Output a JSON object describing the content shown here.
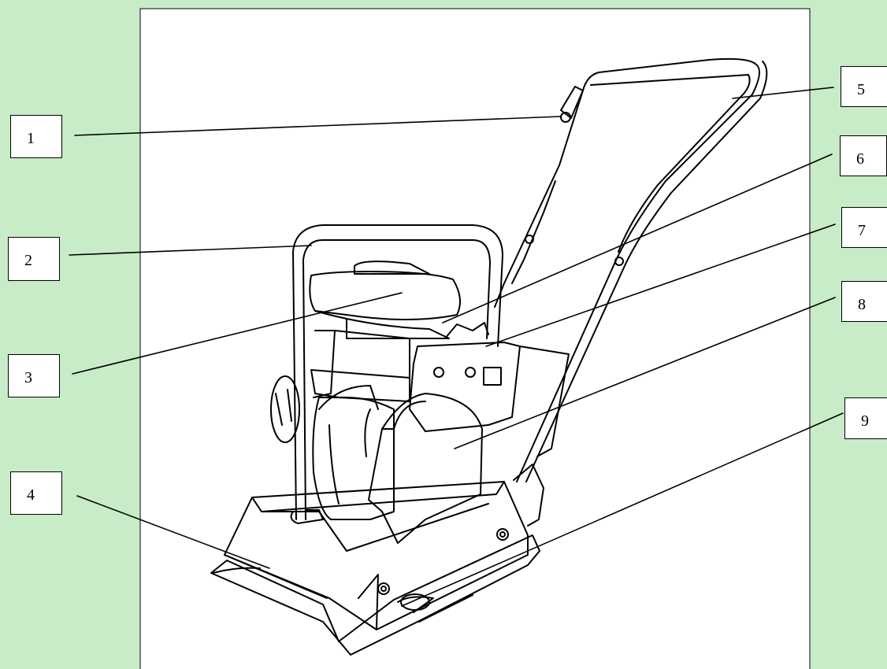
{
  "colors": {
    "page_background": "#c8ecc8",
    "panel_background": "#ffffff",
    "line": "#000000"
  },
  "callouts": [
    {
      "number": "1",
      "label": "1"
    },
    {
      "number": "2",
      "label": "2"
    },
    {
      "number": "3",
      "label": "3"
    },
    {
      "number": "4",
      "label": "4"
    },
    {
      "number": "5",
      "label": "5"
    },
    {
      "number": "6",
      "label": "6"
    },
    {
      "number": "7",
      "label": "7"
    },
    {
      "number": "8",
      "label": "8"
    },
    {
      "number": "9",
      "label": "9"
    }
  ]
}
